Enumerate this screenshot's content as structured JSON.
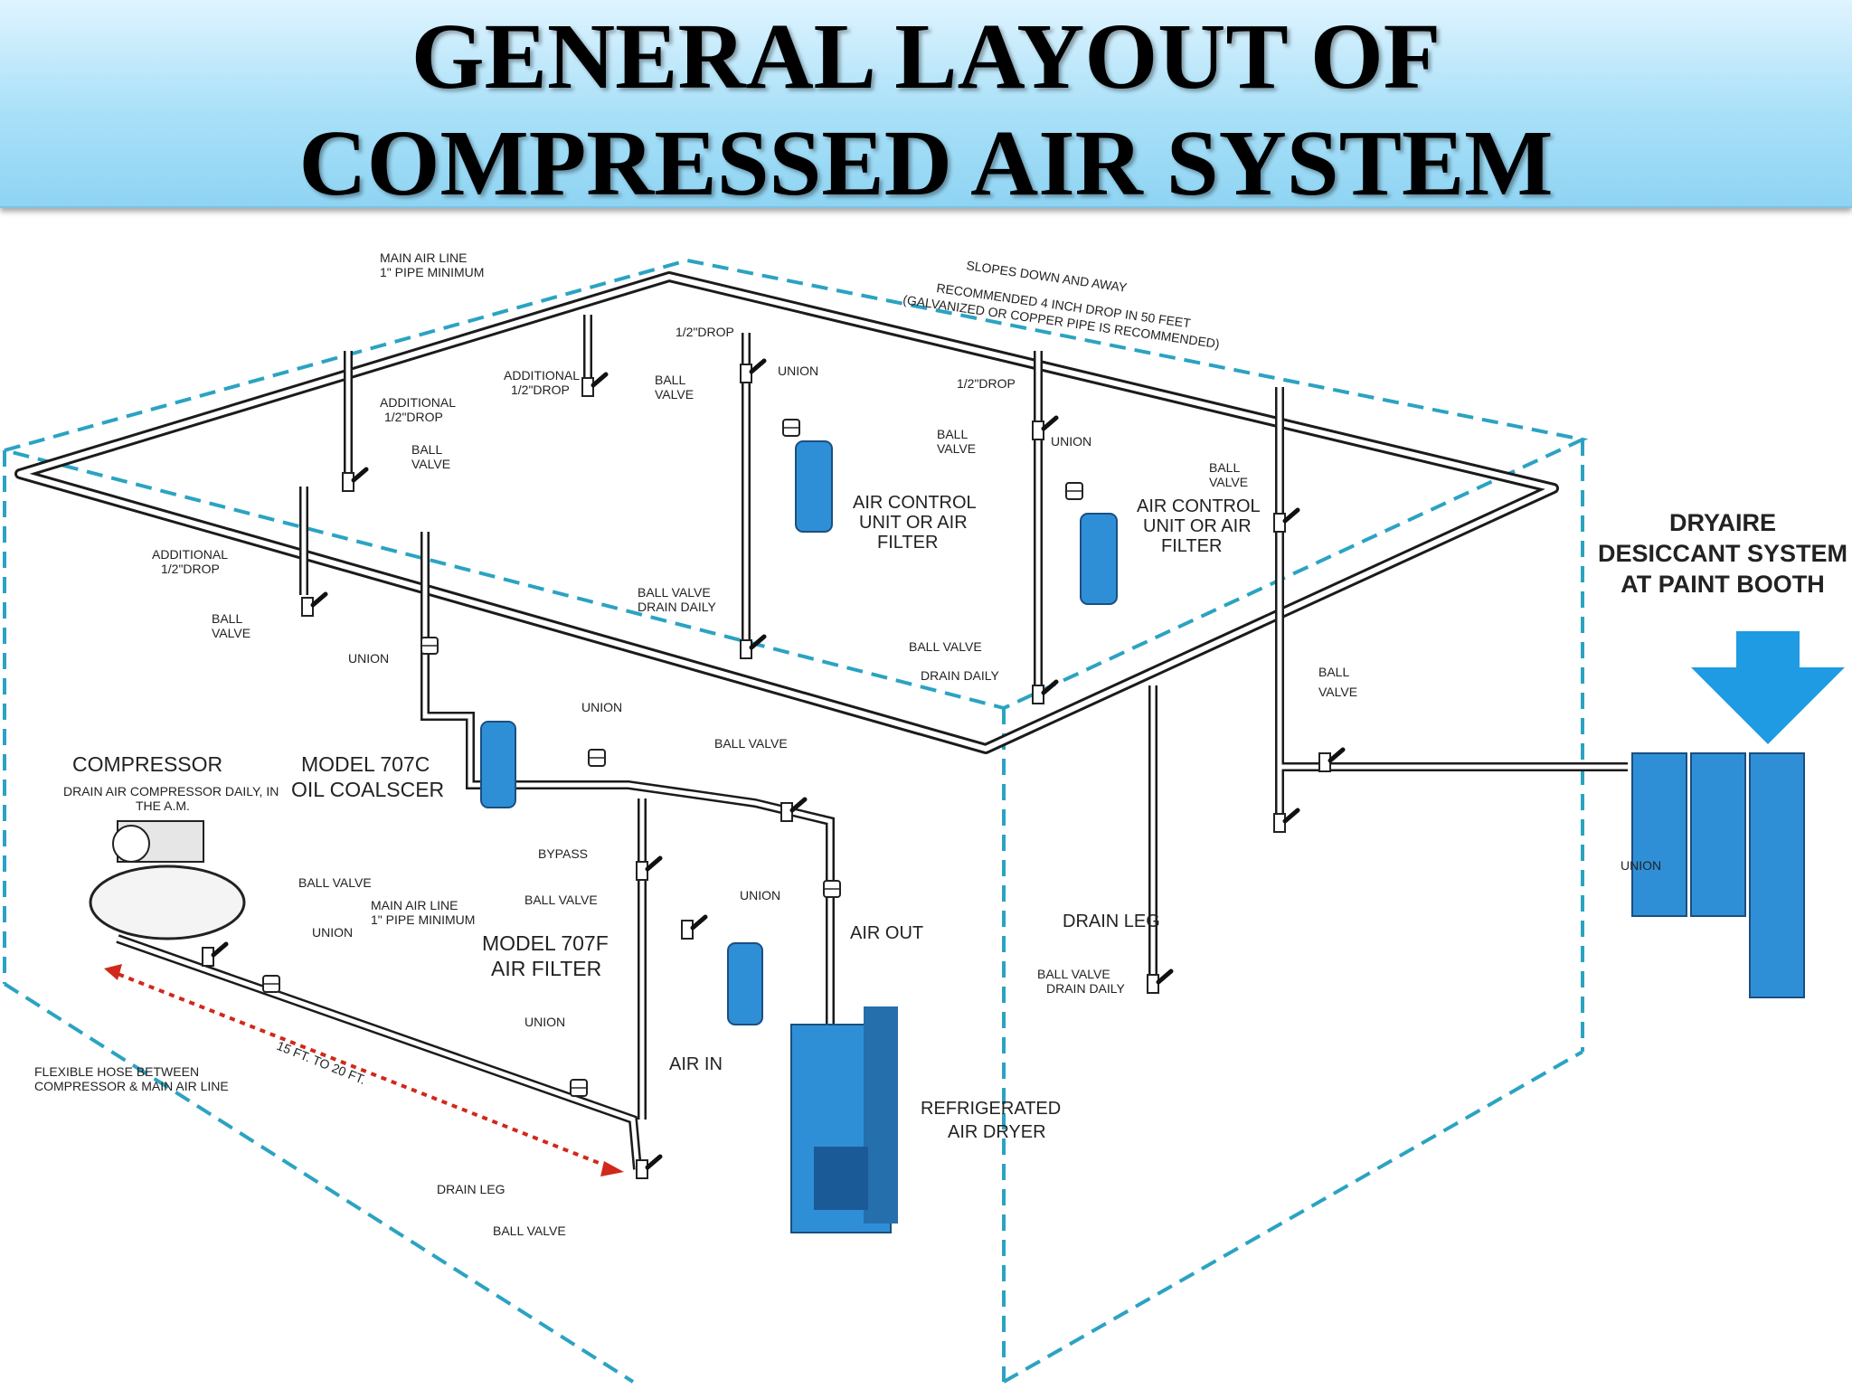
{
  "title": {
    "line1": "GENERAL LAYOUT OF",
    "line2": "COMPRESSED AIR SYSTEM"
  },
  "labels": {
    "main_air_line_top": [
      "MAIN AIR LINE",
      "1\" PIPE MINIMUM"
    ],
    "slopes": "SLOPES DOWN AND AWAY",
    "recommended": [
      "RECOMMENDED 4 INCH DROP IN 50 FEET",
      "(GALVANIZED OR COPPER PIPE IS RECOMMENDED)"
    ],
    "half_drop_1": "1/2\"DROP",
    "half_drop_2": "1/2\"DROP",
    "union_top1": "UNION",
    "union_top2": "UNION",
    "additional_drop_a": [
      "ADDITIONAL",
      "1/2\"DROP"
    ],
    "additional_drop_b": [
      "ADDITIONAL",
      "1/2\"DROP"
    ],
    "additional_drop_c": [
      "ADDITIONAL",
      "1/2\"DROP"
    ],
    "ball_valve_a": [
      "BALL",
      "VALVE"
    ],
    "ball_valve_b": [
      "BALL",
      "VALVE"
    ],
    "ball_valve_c": [
      "BALL",
      "VALVE"
    ],
    "ball_valve_d": [
      "BALL",
      "VALVE"
    ],
    "ball_valve_e": [
      "BALL",
      "VALVE"
    ],
    "ball_valve_f": [
      "BALL",
      "VALVE"
    ],
    "air_control_1": [
      "AIR CONTROL",
      "UNIT OR AIR",
      "FILTER"
    ],
    "air_control_2": [
      "AIR CONTROL",
      "UNIT OR AIR",
      "FILTER"
    ],
    "ball_valve_drain_daily_1": [
      "BALL VALVE",
      "DRAIN DAILY"
    ],
    "ball_valve_drain_daily_2": [
      "BALL VALVE",
      "DRAIN DAILY"
    ],
    "ball_valve_drain_daily_3": [
      "BALL VALVE",
      "DRAIN DAILY"
    ],
    "union_left": "UNION",
    "union_mid": "UNION",
    "ball_valve_mid": "BALL VALVE",
    "dryaire": [
      "DRYAIRE",
      "DESICCANT SYSTEM",
      "AT PAINT BOOTH"
    ],
    "compressor": "COMPRESSOR",
    "drain_compressor": [
      "DRAIN AIR COMPRESSOR DAILY, IN",
      "THE A.M."
    ],
    "model_707c": [
      "MODEL 707C",
      "OIL COALSCER"
    ],
    "bypass": "BYPASS",
    "ball_valve_bypass": "BALL VALVE",
    "union_bypass": "UNION",
    "ball_valve_comp": "BALL VALVE",
    "main_air_line_low": [
      "MAIN AIR LINE",
      "1\" PIPE MINIMUM"
    ],
    "union_comp": "UNION",
    "model_707f": [
      "MODEL 707F",
      "AIR FILTER"
    ],
    "air_out": "AIR OUT",
    "air_in": "AIR IN",
    "drain_leg_right": "DRAIN LEG",
    "union_paint": "UNION",
    "union_low": "UNION",
    "flexible_hose": [
      "FLEXIBLE HOSE BETWEEN",
      "COMPRESSOR & MAIN AIR LINE"
    ],
    "distance": "15 FT.  TO 20 FT.",
    "refrigerated": [
      "REFRIGERATED",
      "AIR DRYER"
    ],
    "drain_leg_low": "DRAIN LEG",
    "ball_valve_low": "BALL VALVE"
  },
  "colors": {
    "banner_top": "#dff4ff",
    "banner_bottom": "#8fd4f3",
    "dashed_outline": "#2ba3c2",
    "equipment_blue": "#2f8fd6",
    "arrow_blue": "#1f9be3",
    "distance_arrow": "#d0281b"
  },
  "icons": [
    "compressor-icon",
    "filter-icon",
    "dryer-icon",
    "desiccant-system-icon",
    "down-arrow-icon",
    "ball-valve-icon",
    "union-fitting-icon"
  ]
}
